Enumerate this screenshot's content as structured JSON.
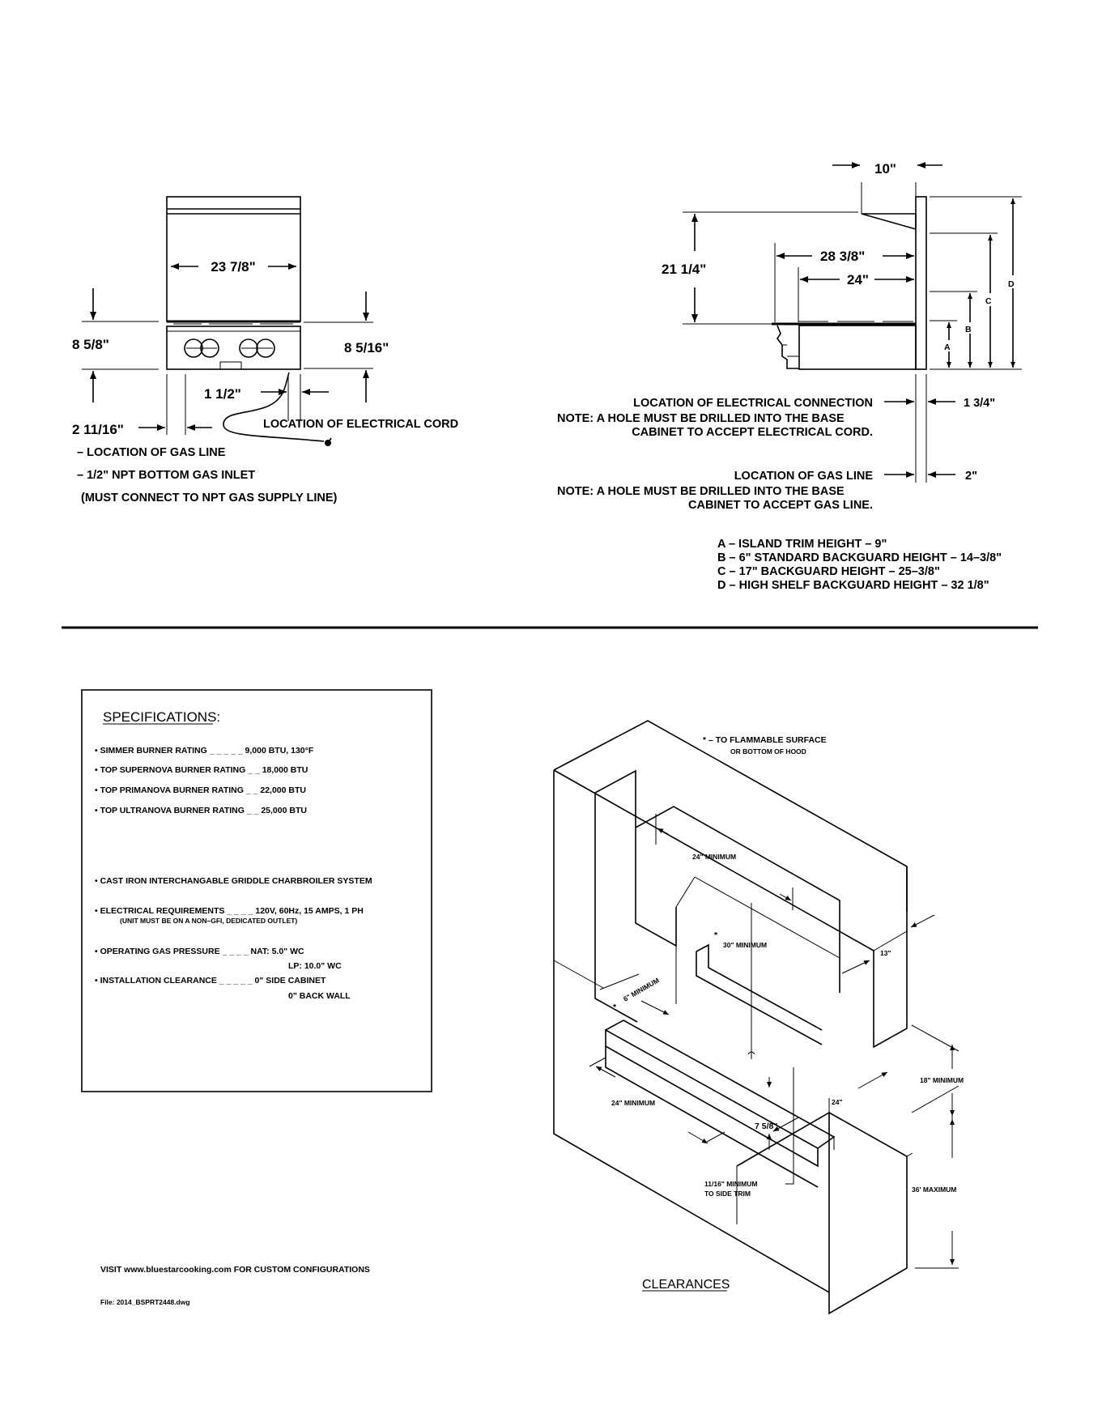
{
  "front_view": {
    "width_dim": "23 7/8\"",
    "left_height_dim": "8 5/8\"",
    "right_height_dim": "8 5/16\"",
    "cord_offset_dim": "1 1/2\"",
    "gas_offset_dim": "2 11/16\"",
    "cord_label": "LOCATION OF ELECTRICAL CORD",
    "gas_notes": [
      "– LOCATION OF GAS LINE",
      "– 1/2\" NPT BOTTOM GAS INLET",
      "(MUST CONNECT TO NPT GAS SUPPLY LINE)"
    ]
  },
  "side_view": {
    "top_dim": "10\"",
    "height_dim": "21 1/4\"",
    "depth_dim": "28 3/8\"",
    "inner_depth_dim": "24\"",
    "letters": [
      "A",
      "B",
      "C",
      "D"
    ],
    "elec_label": "LOCATION OF ELECTRICAL CONNECTION",
    "elec_dim": "1 3/4\"",
    "elec_note_1": "NOTE:   A HOLE MUST BE DRILLED INTO THE BASE",
    "elec_note_2": "CABINET TO ACCEPT ELECTRICAL CORD.",
    "gas_label": "LOCATION OF GAS LINE",
    "gas_dim": "2\"",
    "gas_note_1": "NOTE:   A HOLE MUST BE DRILLED INTO THE BASE",
    "gas_note_2": "CABINET TO ACCEPT GAS LINE.",
    "legend": [
      "A  –  ISLAND TRIM HEIGHT  –  9\"",
      "B  –  6\"  STANDARD BACKGUARD HEIGHT  –  14–3/8\"",
      "C  –  17\"  BACKGUARD HEIGHT  –  25–3/8\"",
      "D  –  HIGH SHELF BACKGUARD HEIGHT  –  32 1/8\""
    ]
  },
  "specifications": {
    "title": "SPECIFICATIONS:",
    "rows": [
      "• SIMMER BURNER RATING  _ _ _ _ _  9,000 BTU, 130°F",
      "• TOP SUPERNOVA BURNER RATING  _ _  18,000 BTU",
      "• TOP PRIMANOVA BURNER RATING  _ _  22,000 BTU",
      "• TOP ULTRANOVA BURNER RATING  _ _  25,000 BTU"
    ],
    "griddle": "• CAST IRON INTERCHANGABLE GRIDDLE CHARBROILER SYSTEM",
    "electrical": "• ELECTRICAL REQUIREMENTS  _ _ _ _  120V, 60Hz, 15 AMPS, 1 PH",
    "electrical_note": "(UNIT MUST BE ON A NON–GFI, DEDICATED OUTLET)",
    "gas_pressure": "• OPERATING GAS PRESSURE  _ _ _ _  NAT: 5.0\" WC",
    "gas_pressure_lp": "LP: 10.0\" WC",
    "clearance": "• INSTALLATION CLEARANCE  _ _ _ _ _  0\" SIDE CABINET",
    "clearance_2": "0\" BACK WALL"
  },
  "footer": {
    "visit": "VISIT  www.bluestarcooking.com  FOR  CUSTOM  CONFIGURATIONS",
    "file": "File:  2014_BSPRT2448.dwg"
  },
  "clearances": {
    "title": "CLEARANCES",
    "note_1": "*  –  TO FLAMMABLE SURFACE",
    "note_2": "OR BOTTOM OF HOOD",
    "hood_width": "24\" MINIMUM",
    "vertical": "30\" MINIMUM",
    "side": "6\" MINIMUM",
    "hood_depth": "13\"",
    "counter_height": "18\" MINIMUM",
    "base_height": "36' MAXIMUM",
    "cabinet_width": "24\" MINIMUM",
    "depth": "24\"",
    "trim_dim": "7 5/8\"",
    "trim_min_1": "11/16\" MINIMUM",
    "trim_min_2": "TO SIDE TRIM"
  }
}
